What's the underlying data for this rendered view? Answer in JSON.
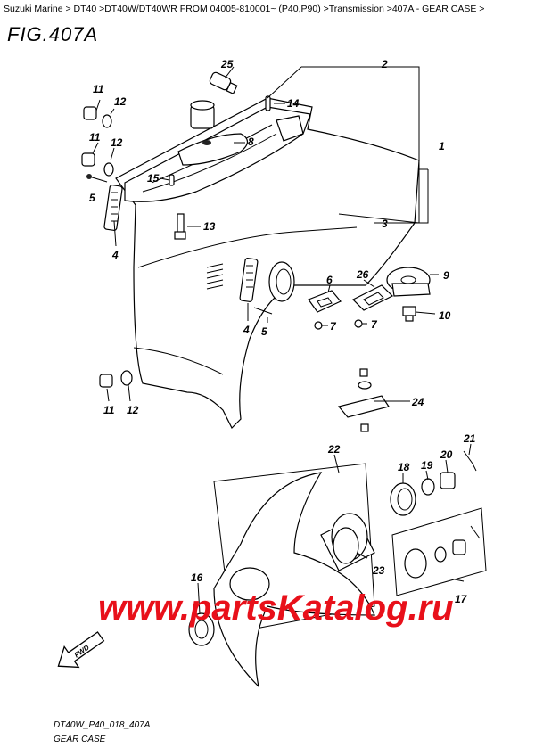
{
  "breadcrumb": "Suzuki Marine > DT40 >DT40W/DT40WR FROM 04005-810001~ (P40,P90) >Transmission >407A - GEAR CASE >",
  "figure_title": "FIG.407A",
  "diagram_code": "DT40W_P40_018_407A",
  "caption": "GEAR CASE",
  "watermark": "www.partsKatalog.ru",
  "fwd_label": "FWD",
  "callouts": {
    "c1": "1",
    "c2": "2",
    "c3": "3",
    "c4a": "4",
    "c4b": "4",
    "c5a": "5",
    "c5b": "5",
    "c6": "6",
    "c7a": "7",
    "c7b": "7",
    "c8": "8",
    "c9": "9",
    "c10": "10",
    "c11a": "11",
    "c11b": "11",
    "c11c": "11",
    "c12a": "12",
    "c12b": "12",
    "c12c": "12",
    "c13": "13",
    "c14": "14",
    "c15": "15",
    "c16": "16",
    "c17": "17",
    "c18": "18",
    "c19": "19",
    "c20": "20",
    "c21": "21",
    "c22": "22",
    "c23": "23",
    "c24": "24",
    "c25": "25",
    "c26": "26"
  },
  "colors": {
    "watermark": "#e8101a",
    "line": "#000000"
  }
}
